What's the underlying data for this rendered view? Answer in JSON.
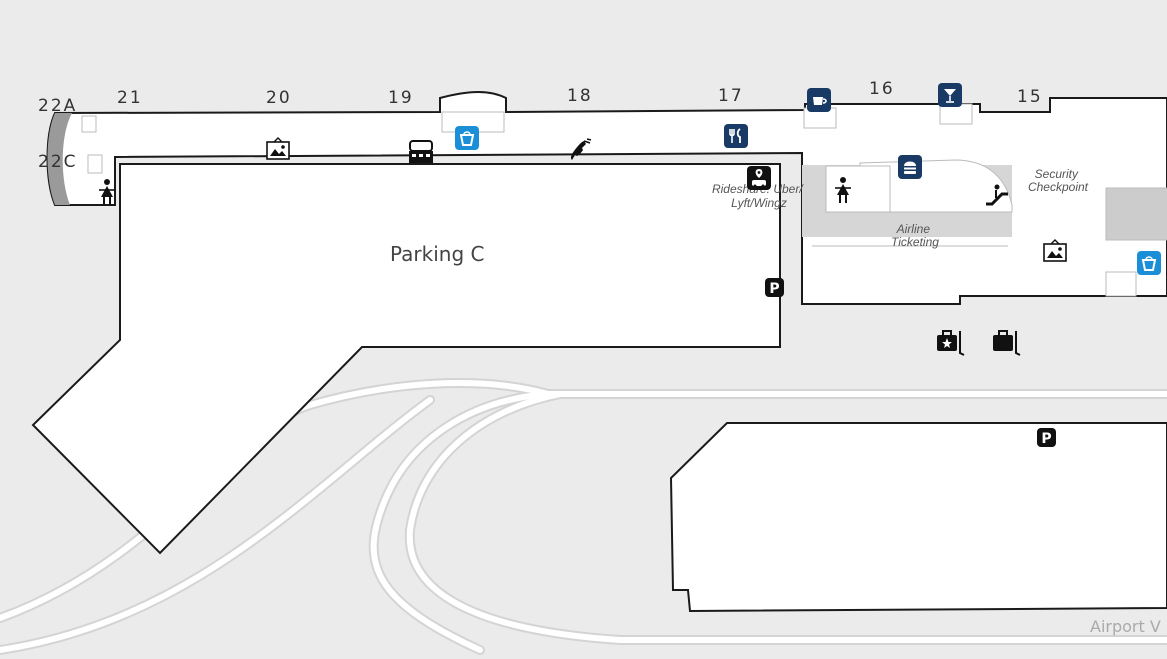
{
  "gates": [
    "22A",
    "22C",
    "21",
    "20",
    "19",
    "18",
    "17",
    "16",
    "15"
  ],
  "parking": {
    "label": "Parking C"
  },
  "labels": {
    "rideshare_line1": "Rideshare: Uber/",
    "rideshare_line2": "Lyft/Wingz",
    "ticketing_line1": "Airline",
    "ticketing_line2": "Ticketing",
    "security_line1": "Security",
    "security_line2": "Checkpoint",
    "road": "Airport V"
  },
  "icons": {
    "shop": "shopping-bag-icon",
    "coffee": "coffee-icon",
    "bar": "cocktail-icon",
    "dining": "fork-knife-icon",
    "fastfood": "burger-icon",
    "restroom": "woman-restroom-icon",
    "art": "art-exhibit-icon",
    "charging": "charging-station-icon",
    "phone": "phone-icon",
    "rideshare": "rideshare-pickup-icon",
    "parking": "parking-icon",
    "escalator": "escalator-icon",
    "baggage": "baggage-claim-icon"
  },
  "colors": {
    "background": "#ebebeb",
    "building": "#ffffff",
    "outline": "#1a1a1a",
    "road": "#ffffff",
    "blue_service": "#1a8fd8",
    "navy_service": "#1a3a66",
    "black_service": "#111111"
  }
}
